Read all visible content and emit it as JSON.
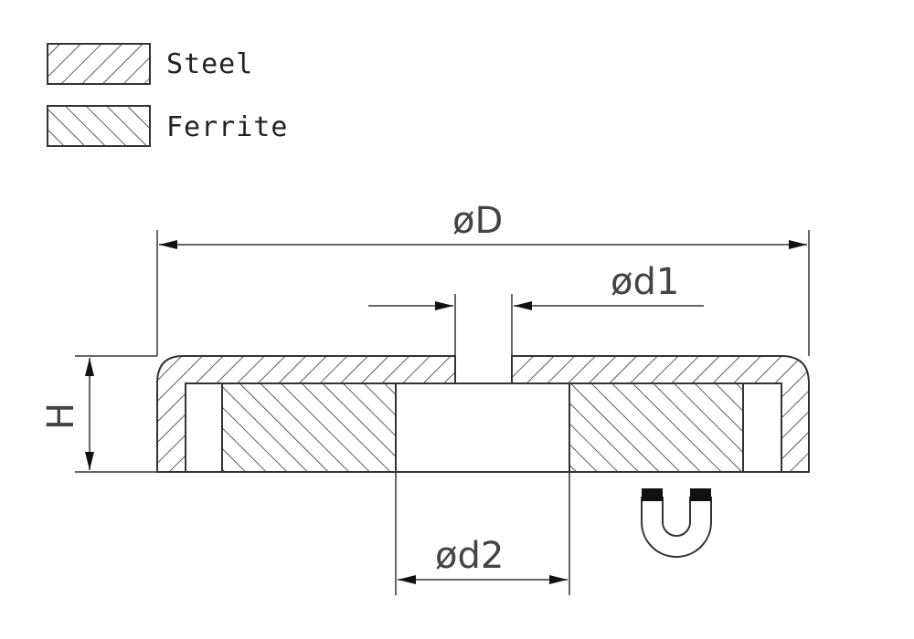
{
  "legend": {
    "steel_label": "Steel",
    "ferrite_label": "Ferrite"
  },
  "dimensions": {
    "outer_diameter": "øD",
    "hole_diameter": "ød1",
    "magnet_inner_diameter": "ød2",
    "height": "H"
  },
  "colors": {
    "line": "#333333",
    "magnet_pole": "#111111"
  },
  "icons": {
    "magnet": "horseshoe-magnet-icon"
  }
}
